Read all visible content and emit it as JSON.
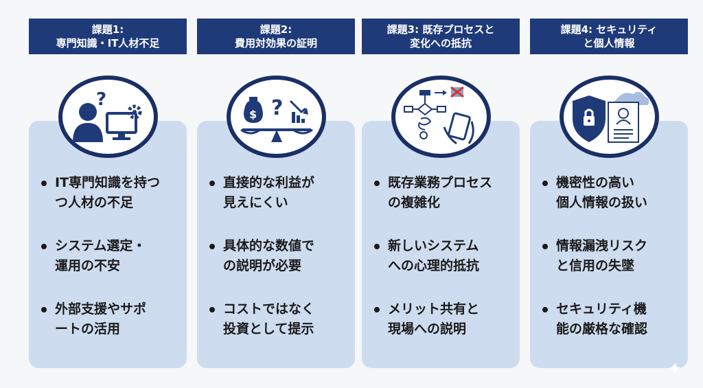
{
  "columns": [
    {
      "header": [
        "課題1:",
        "専門知識・IT人材不足"
      ],
      "icon": "person-computer-gear-icon",
      "bullets": [
        [
          "IT専門知識を持つ",
          "つ人材の不足"
        ],
        [
          "システム選定・",
          "運用の不安"
        ],
        [
          "外部支援やサポ",
          "ートの活用"
        ]
      ]
    },
    {
      "header": [
        "課題2:",
        "費用対効果の証明"
      ],
      "icon": "money-scale-question-icon",
      "bullets": [
        [
          "直接的な利益が",
          "見えにくい"
        ],
        [
          "具体的な数値で",
          "の説明が必要"
        ],
        [
          "コストではなく",
          "投資として提示"
        ]
      ]
    },
    {
      "header": [
        "課題3: 既存プロセスと",
        "変化への抵抗"
      ],
      "icon": "process-flow-tablet-icon",
      "bullets": [
        [
          "既存業務プロセス",
          "の複雑化"
        ],
        [
          "新しいシステム",
          "への心理的抵抗"
        ],
        [
          "メリット共有と",
          "現場への説明"
        ]
      ]
    },
    {
      "header": [
        "課題4: セキュリティ",
        "と個人情報"
      ],
      "icon": "shield-lock-document-icon",
      "bullets": [
        [
          "機密性の高い",
          "個人情報の扱い"
        ],
        [
          "情報漏洩リスク",
          "と信用の失墜"
        ],
        [
          "セキュリティ機",
          "能の厳格な確認"
        ]
      ]
    }
  ],
  "colors": {
    "header_bg": "#1f3a78",
    "card_bg": "#cedcef",
    "circle_border": "#1a2f66",
    "icon_navy": "#1f3a78",
    "accent_red": "#d9342b"
  }
}
